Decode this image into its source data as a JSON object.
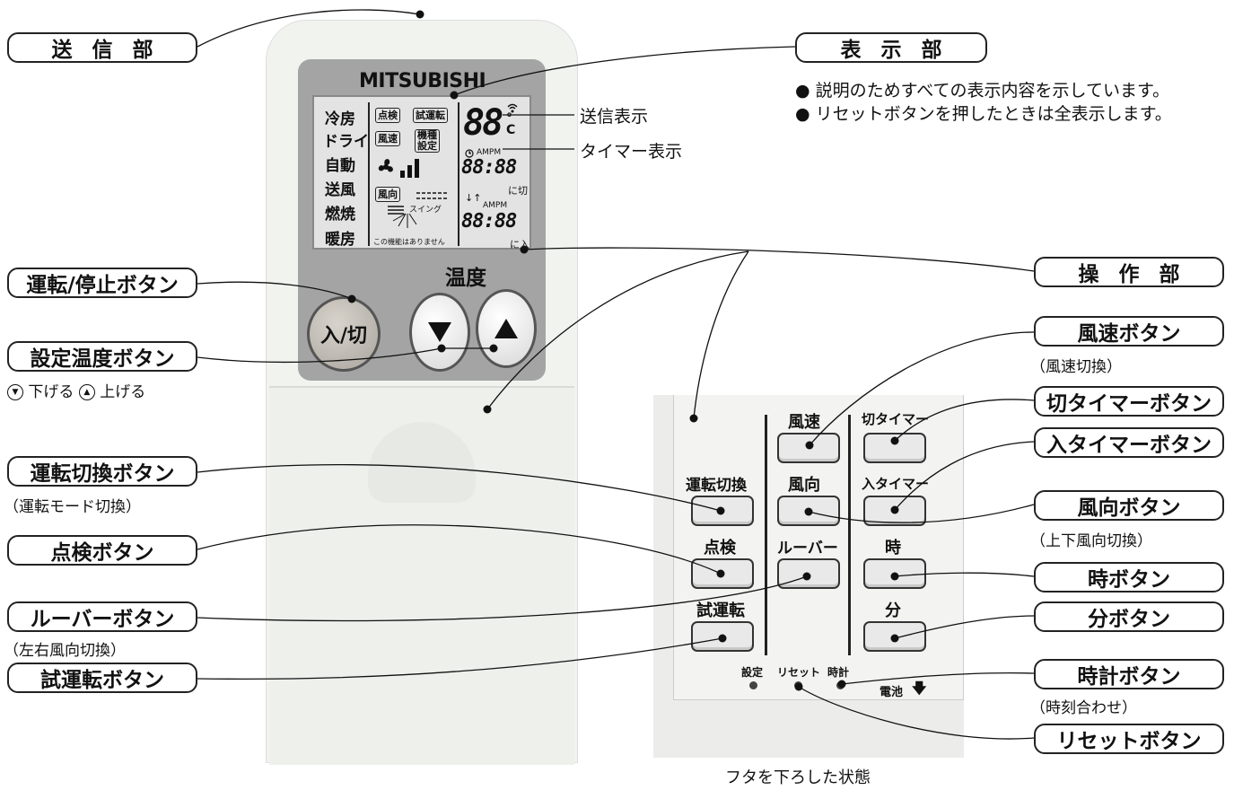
{
  "remote": {
    "brand": "MITSUBISHI",
    "modes": [
      "冷房",
      "ドライ",
      "自動",
      "送風",
      "燃焼",
      "暖房"
    ],
    "lcd_boxes": {
      "check": "点検",
      "trial": "試運転",
      "fan_speed": "風速",
      "model": "機種\n設定",
      "direction": "風向"
    },
    "lcd_temp": "88",
    "lcd_unit": "°C",
    "lcd_timer_off": "88:88",
    "lcd_timer_on": "88:88",
    "lcd_ampm_1": "AMPM",
    "lcd_ampm_2": "AMPM",
    "lcd_off_label": "に切",
    "lcd_on_label": "に入",
    "lcd_swing": "スイング",
    "lcd_no_function": "この機能はありません",
    "temp_label": "温度",
    "power_button": "入/切"
  },
  "callouts": {
    "transmitter": "送信部",
    "display": "表示部",
    "operation": "操作部",
    "power_button": "運転/停止ボタン",
    "set_temp_button": "設定温度ボタン",
    "mode_button": "運転切換ボタン",
    "check_button": "点検ボタン",
    "louver_button": "ルーバーボタン",
    "trial_button": "試運転ボタン",
    "fan_speed_button": "風速ボタン",
    "off_timer_button": "切タイマーボタン",
    "on_timer_button": "入タイマーボタン",
    "direction_button": "風向ボタン",
    "hour_button": "時ボタン",
    "minute_button": "分ボタン",
    "clock_button": "時計ボタン",
    "reset_button": "リセットボタン"
  },
  "subtexts": {
    "set_temp": "下げる",
    "set_temp_up": "上げる",
    "mode": "（運転モード切換）",
    "louver": "（左右風向切換）",
    "fan_speed": "（風速切換）",
    "direction": "（上下風向切換）",
    "clock": "（時刻合わせ）"
  },
  "notes": {
    "display_1": "説明のためすべての表示内容を示しています。",
    "display_2": "リセットボタンを押したときは全表示します。",
    "transmit_indicator": "送信表示",
    "timer_indicator": "タイマー表示"
  },
  "panel": {
    "fan_speed": "風速",
    "off_timer": "切タイマー",
    "mode": "運転切換",
    "direction": "風向",
    "on_timer": "入タイマー",
    "check": "点検",
    "louver": "ルーバー",
    "hour": "時",
    "trial": "試運転",
    "minute": "分",
    "setting": "設定",
    "reset": "リセット",
    "clock": "時計",
    "battery": "電池",
    "caption": "フタを下ろした状態"
  }
}
